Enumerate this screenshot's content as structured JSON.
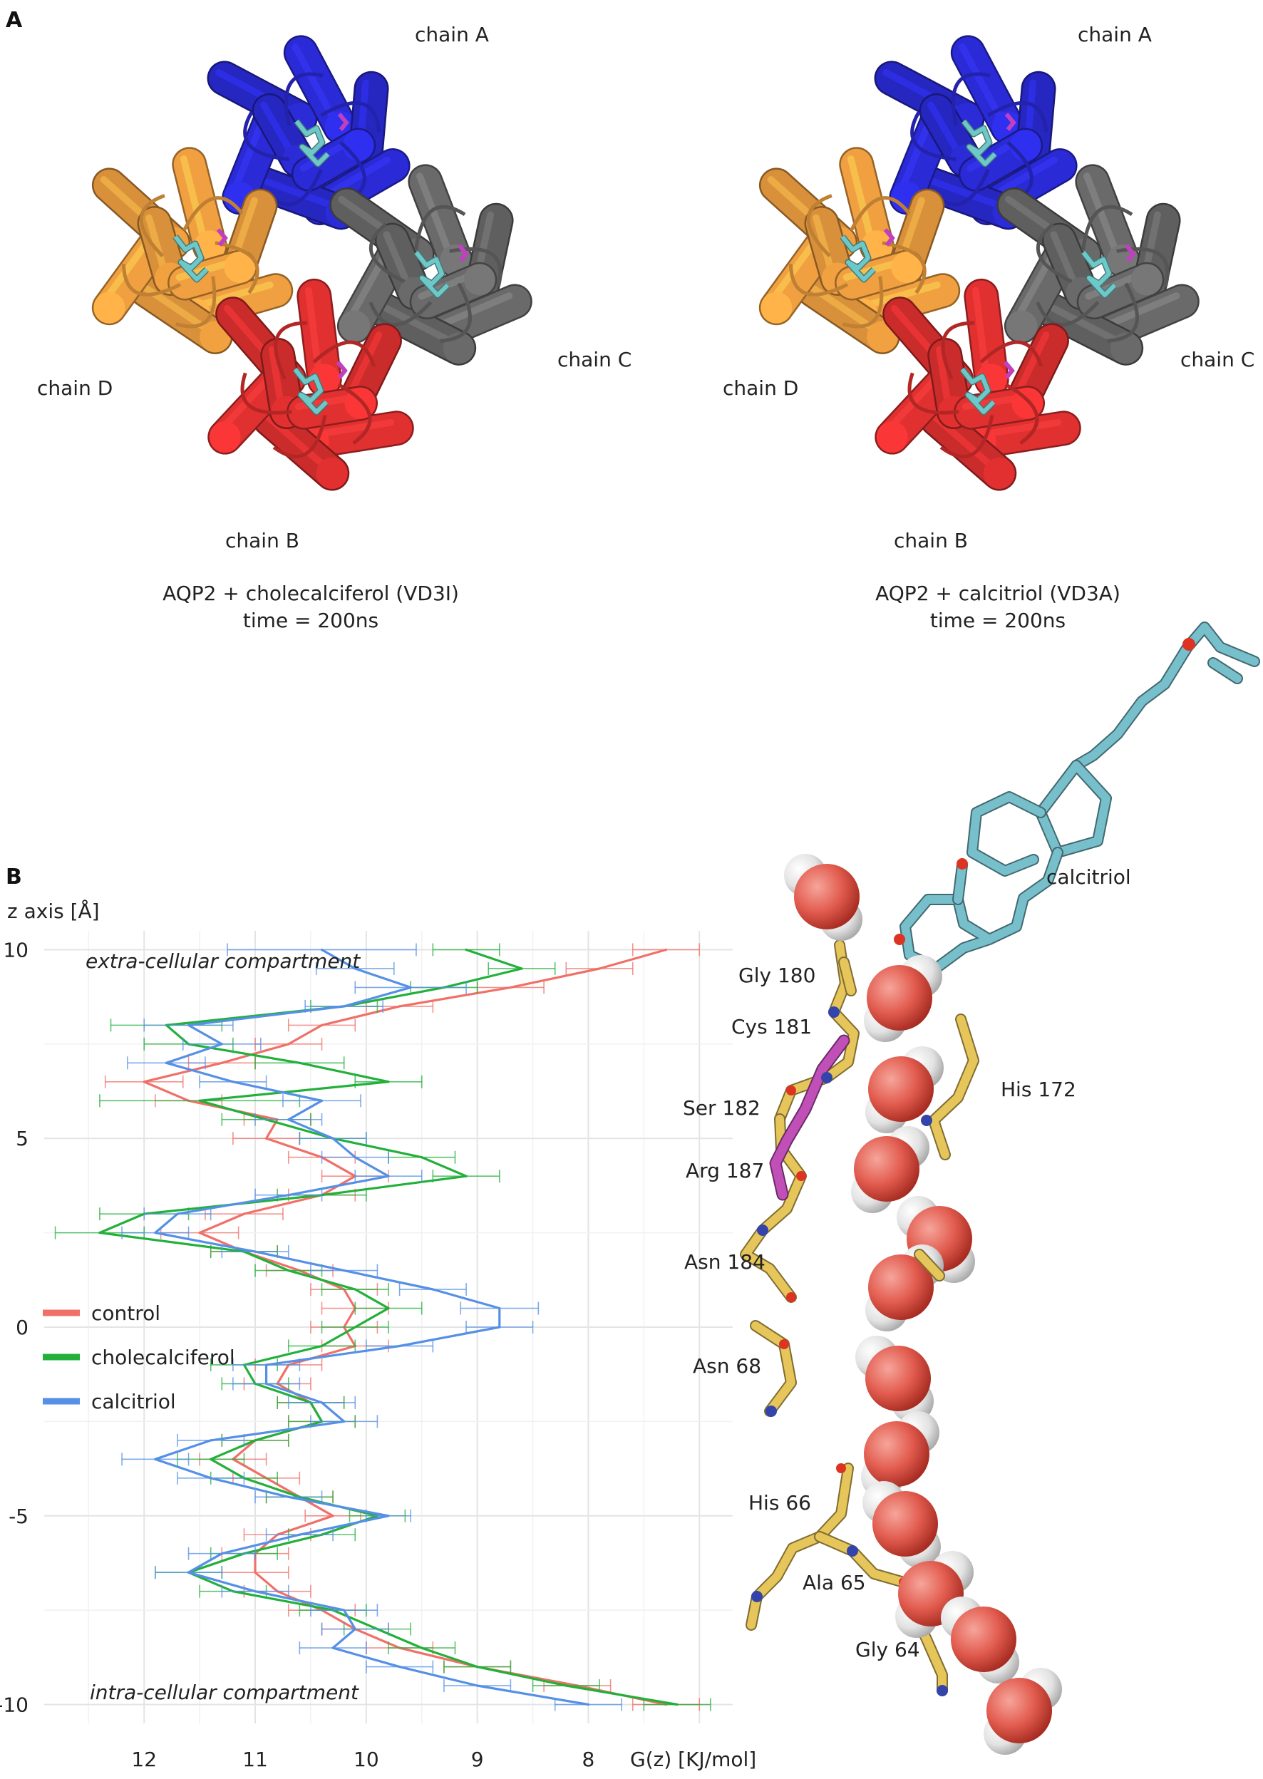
{
  "panel_a": {
    "label": "A",
    "left": {
      "caption_line1": "AQP2 + cholecalciferol (VD3I)",
      "caption_line2": "time = 200ns",
      "chains": {
        "a": "chain A",
        "b": "chain B",
        "c": "chain C",
        "d": "chain D"
      }
    },
    "right": {
      "caption_line1": "AQP2 + calcitriol (VD3A)",
      "caption_line2": "time = 200ns",
      "chains": {
        "a": "chain A",
        "b": "chain B",
        "c": "chain C",
        "d": "chain D"
      }
    },
    "colors": {
      "chain_a": "#2a2ad6",
      "chain_b": "#e03030",
      "chain_c": "#6a6a6a",
      "chain_d": "#f0a040",
      "ligand": "#6fc8c8",
      "arg": "#c040c0"
    }
  },
  "panel_b": {
    "label": "B",
    "molecule": {
      "ligand_label": "calcitriol",
      "residues": [
        "Gly 180",
        "Cys 181",
        "His 172",
        "Ser 182",
        "Arg 187",
        "Asn 184",
        "Asn 68",
        "His 66",
        "Ala 65",
        "Gly 64"
      ],
      "colors": {
        "ligand": "#78bfcc",
        "residue": "#e6c65a",
        "arg": "#c050b8",
        "water_o": "#e25c4f",
        "water_h": "#e4e4e4",
        "nitrogen": "#3344aa",
        "oxygen": "#dd3322"
      }
    }
  },
  "chart_data": {
    "type": "line",
    "orientation": "horizontal-profile",
    "ylabel": "z axis [Å]",
    "xlabel": "G(z) [KJ/mol]",
    "ylim": [
      -10.5,
      10.5
    ],
    "xlim": [
      12.9,
      6.7
    ],
    "x_reversed": true,
    "xticks": [
      12,
      11,
      10,
      9,
      8
    ],
    "yticks": [
      10,
      5,
      0,
      -5,
      -10
    ],
    "grid": true,
    "legend_position": "left-middle",
    "annotations": {
      "top": "extra-cellular compartment",
      "bottom": "intra-cellular compartment"
    },
    "z": [
      10,
      9.5,
      9,
      8.5,
      8,
      7.5,
      7,
      6.5,
      6,
      5.5,
      5,
      4.5,
      4,
      3.5,
      3,
      2.5,
      2,
      1.5,
      1,
      0.5,
      0,
      -0.5,
      -1,
      -1.5,
      -2,
      -2.5,
      -3,
      -3.5,
      -4,
      -4.5,
      -5,
      -5.5,
      -6,
      -6.5,
      -7,
      -7.5,
      -8,
      -8.5,
      -9,
      -9.5,
      -10
    ],
    "series": [
      {
        "name": "control",
        "color": "#f07068",
        "values": [
          7.3,
          7.9,
          8.7,
          9.7,
          10.4,
          10.7,
          11.3,
          12.0,
          11.6,
          10.8,
          10.9,
          10.4,
          10.1,
          10.4,
          11.1,
          11.5,
          11.1,
          10.6,
          10.2,
          10.1,
          10.2,
          10.1,
          10.7,
          10.8,
          10.5,
          10.4,
          11.0,
          11.2,
          10.9,
          10.6,
          10.3,
          10.8,
          11.0,
          11.0,
          10.8,
          10.4,
          10.1,
          9.7,
          9.0,
          8.1,
          7.3
        ],
        "err": [
          0.3,
          0.3,
          0.3,
          0.3,
          0.3,
          0.3,
          0.3,
          0.35,
          0.3,
          0.3,
          0.3,
          0.3,
          0.3,
          0.3,
          0.35,
          0.35,
          0.3,
          0.3,
          0.3,
          0.3,
          0.3,
          0.3,
          0.3,
          0.3,
          0.3,
          0.3,
          0.3,
          0.3,
          0.3,
          0.3,
          0.25,
          0.3,
          0.3,
          0.3,
          0.3,
          0.3,
          0.3,
          0.3,
          0.3,
          0.3,
          0.3
        ]
      },
      {
        "name": "cholecalciferol",
        "color": "#22b03a",
        "values": [
          9.1,
          8.6,
          9.3,
          10.2,
          11.8,
          11.6,
          10.6,
          9.8,
          11.5,
          10.9,
          10.3,
          9.5,
          9.1,
          10.4,
          12.0,
          12.4,
          11.1,
          10.7,
          10.1,
          9.8,
          10.1,
          10.4,
          11.1,
          11.0,
          10.5,
          10.4,
          11.0,
          11.4,
          11.1,
          10.6,
          9.9,
          10.4,
          11.1,
          11.6,
          11.2,
          10.3,
          9.9,
          9.5,
          9.0,
          8.2,
          7.2
        ],
        "err": [
          0.3,
          0.3,
          0.3,
          0.3,
          0.5,
          0.4,
          0.4,
          0.3,
          0.9,
          0.4,
          0.3,
          0.3,
          0.3,
          0.4,
          0.4,
          0.4,
          0.3,
          0.3,
          0.3,
          0.3,
          0.3,
          0.3,
          0.3,
          0.3,
          0.3,
          0.3,
          0.3,
          0.3,
          0.3,
          0.3,
          0.25,
          0.3,
          0.3,
          0.3,
          0.3,
          0.3,
          0.3,
          0.3,
          0.3,
          0.3,
          0.3
        ]
      },
      {
        "name": "calcitriol",
        "color": "#5590e6",
        "values": [
          10.4,
          10.1,
          9.6,
          10.2,
          11.6,
          11.3,
          11.8,
          11.2,
          10.4,
          10.7,
          10.3,
          10.1,
          9.8,
          10.7,
          11.7,
          11.9,
          11.0,
          10.2,
          9.4,
          8.8,
          8.8,
          9.7,
          10.9,
          10.9,
          10.4,
          10.2,
          11.4,
          11.9,
          11.4,
          10.7,
          9.8,
          10.6,
          11.3,
          11.6,
          11.0,
          10.2,
          10.1,
          10.3,
          9.7,
          9.0,
          8.0
        ],
        "err": [
          0.85,
          0.35,
          0.5,
          0.35,
          0.4,
          0.35,
          0.35,
          0.3,
          0.35,
          0.3,
          0.3,
          0.3,
          0.3,
          0.3,
          0.3,
          0.3,
          0.3,
          0.3,
          0.3,
          0.35,
          0.3,
          0.3,
          0.3,
          0.3,
          0.3,
          0.3,
          0.3,
          0.3,
          0.3,
          0.3,
          0.2,
          0.3,
          0.3,
          0.3,
          0.3,
          0.3,
          0.3,
          0.3,
          0.3,
          0.3,
          0.3
        ]
      }
    ]
  }
}
